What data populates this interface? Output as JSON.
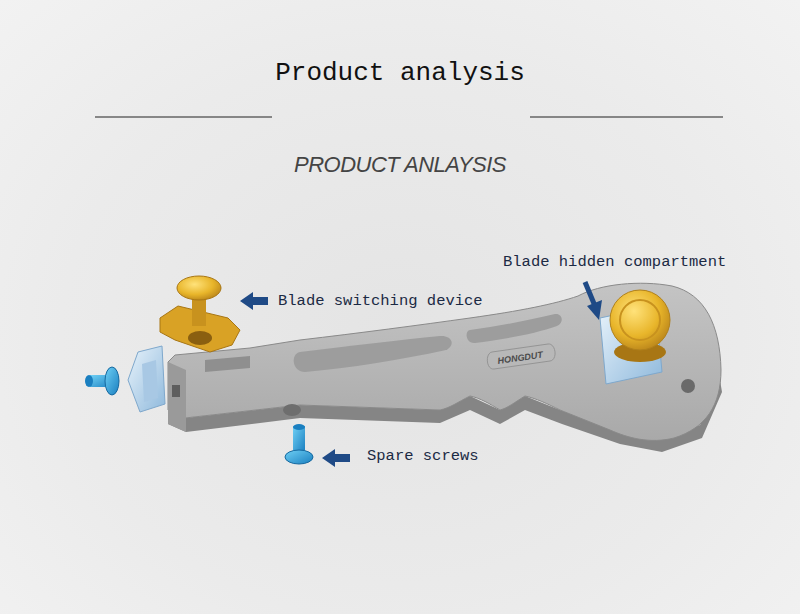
{
  "diagram": {
    "title": "Product analysis",
    "labels": [
      "PRODUCT ANLAYSIS",
      "Blade hidden compartment",
      "Blade switching device",
      "HONGDUT",
      "Spare screws"
    ]
  }
}
